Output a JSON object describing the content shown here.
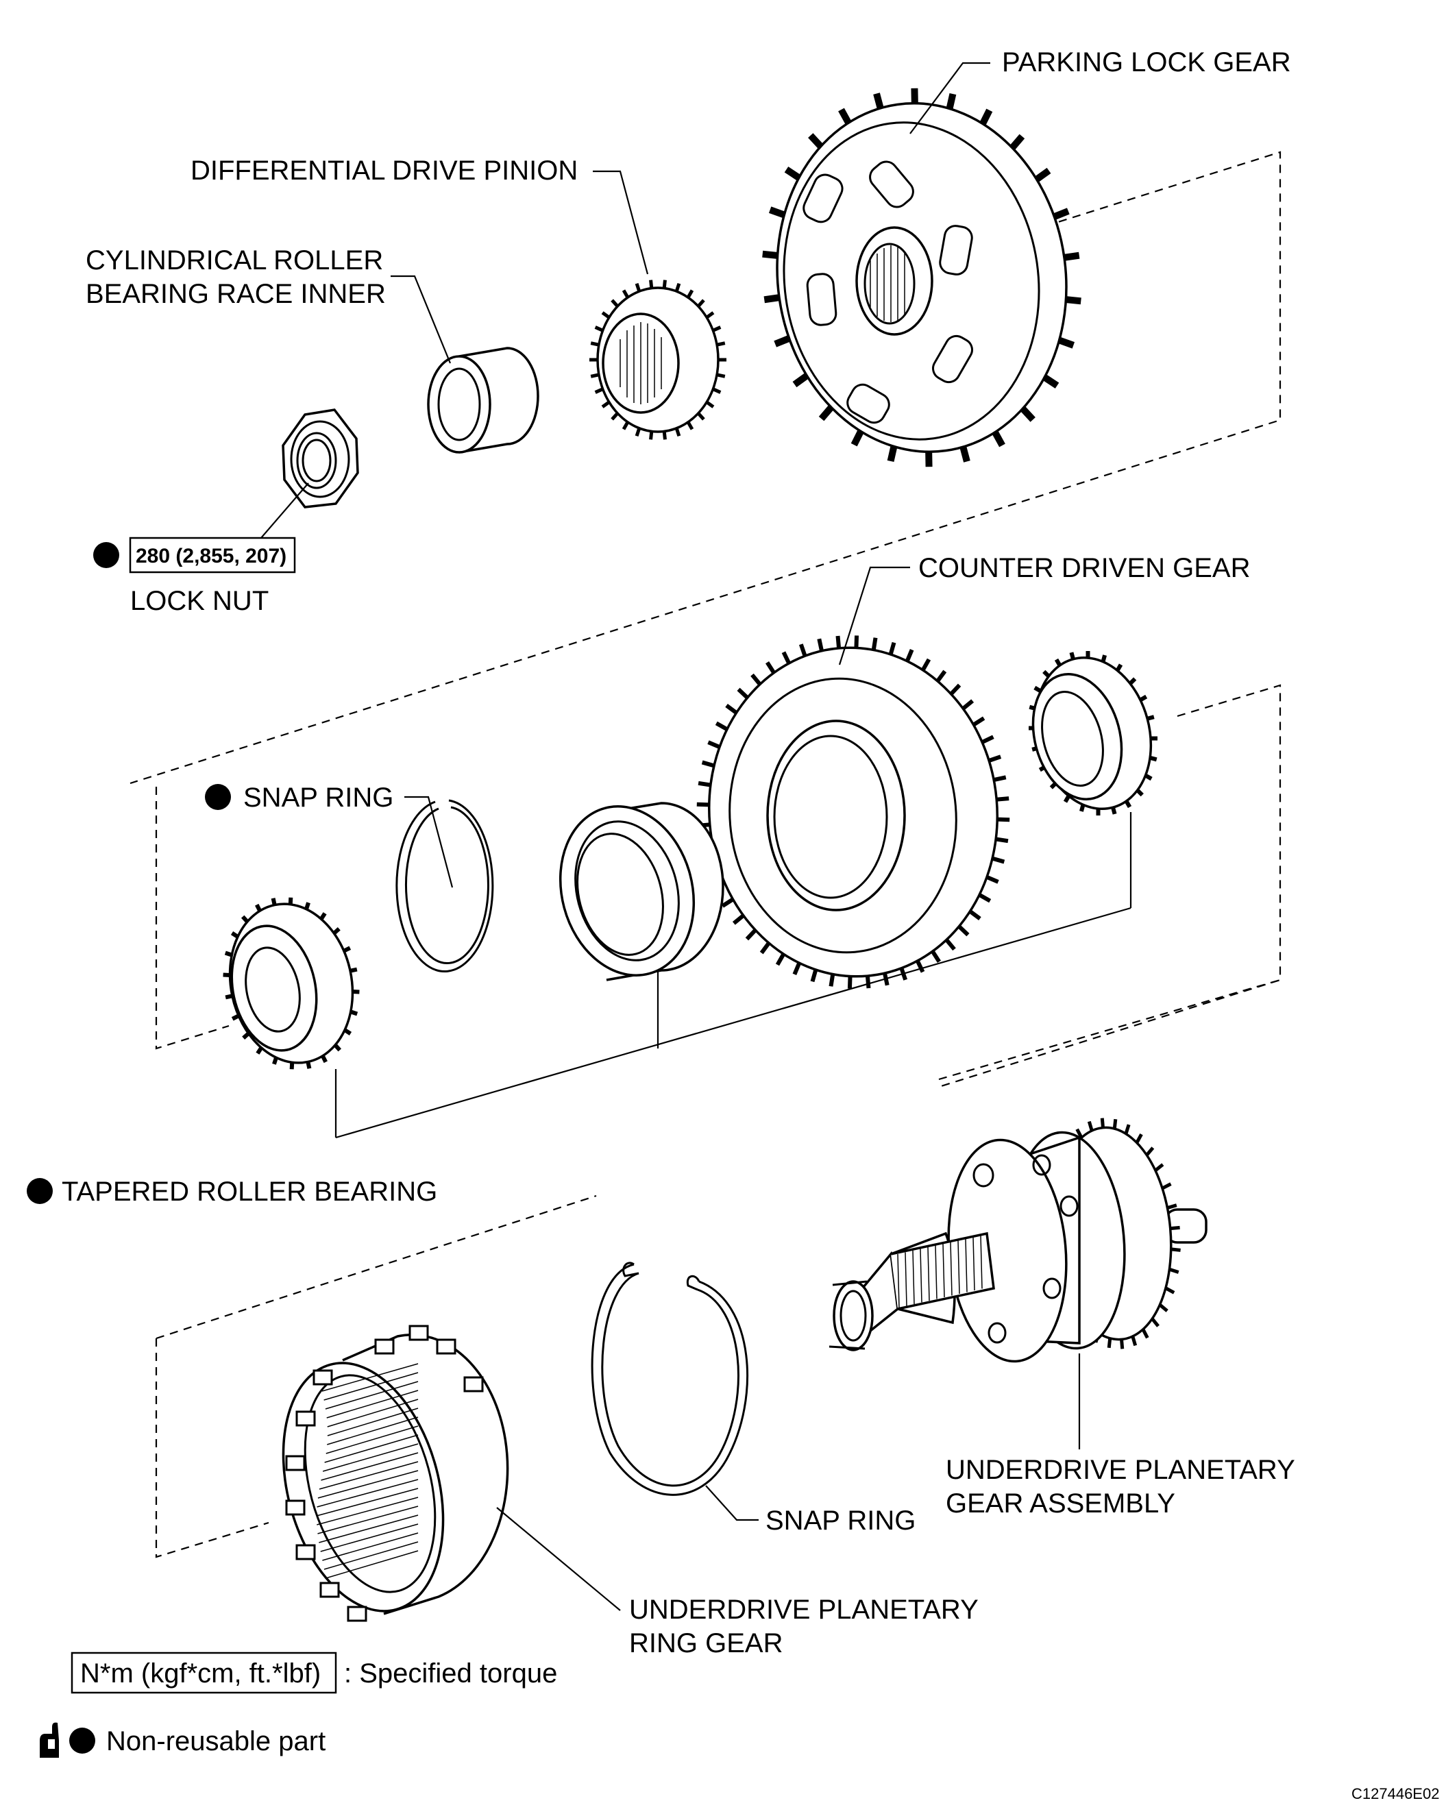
{
  "labels": {
    "parking_lock_gear": "PARKING LOCK GEAR",
    "differential_drive_pinion": "DIFFERENTIAL DRIVE PINION",
    "cyl_roller_line1": "CYLINDRICAL ROLLER",
    "cyl_roller_line2": "BEARING RACE INNER",
    "torque_value": "280 (2,855, 207)",
    "lock_nut": "LOCK NUT",
    "counter_driven_gear": "COUNTER DRIVEN GEAR",
    "snap_ring_upper": "SNAP RING",
    "tapered_roller_bearing": "TAPERED ROLLER BEARING",
    "underdrive_asm_line1": "UNDERDRIVE PLANETARY",
    "underdrive_asm_line2": "GEAR ASSEMBLY",
    "snap_ring_lower": "SNAP RING",
    "ring_gear_line1": "UNDERDRIVE PLANETARY",
    "ring_gear_line2": "RING GEAR"
  },
  "legend": {
    "torque_unit": "N*m (kgf*cm, ft.*lbf)",
    "torque_desc": ": Specified torque",
    "nonreusable_desc": "Non-reusable part"
  },
  "figure_code": "C127446E02"
}
